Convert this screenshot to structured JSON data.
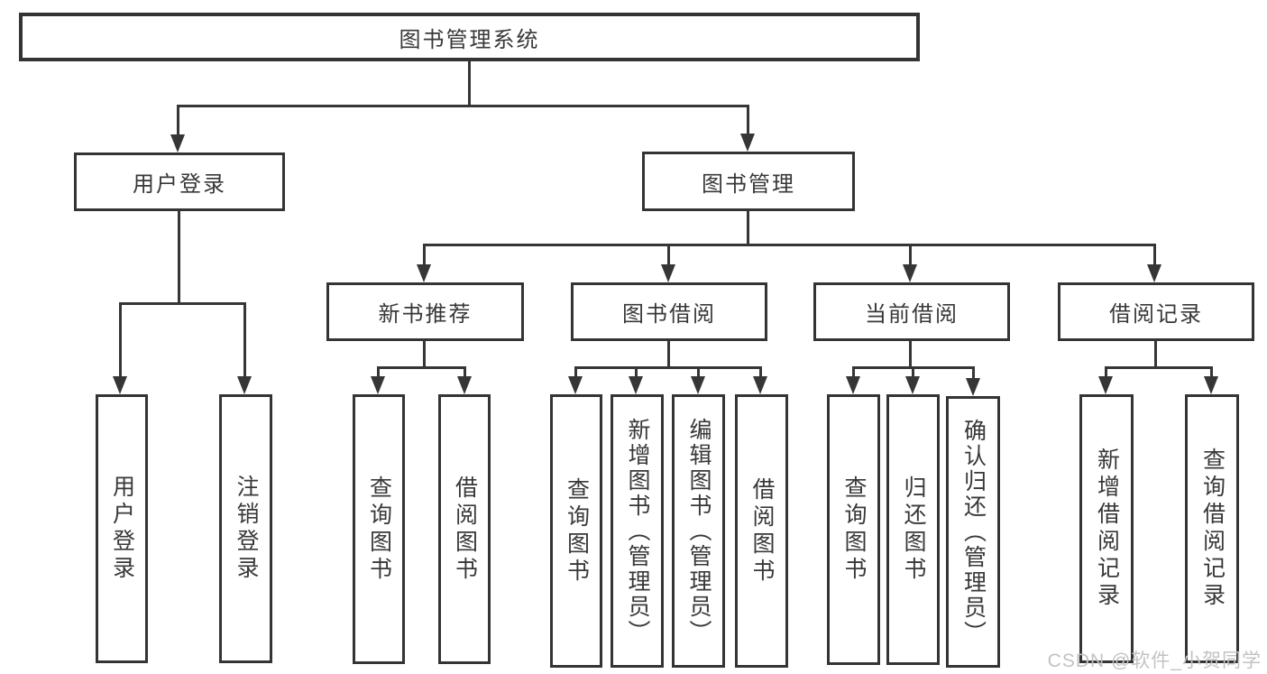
{
  "diagram": {
    "title": "图书管理系统",
    "type": "hierarchy-tree",
    "colors": {
      "line": "#363636",
      "box_border": "#343434",
      "text": "#383838",
      "background": "#ffffff",
      "watermark": "#c4c1c1"
    },
    "nodes": {
      "root": "图书管理系统",
      "user_login": "用户登录",
      "book_mgmt": "图书管理",
      "new_book_rec": "新书推荐",
      "book_borrow": "图书借阅",
      "current_borrow": "当前借阅",
      "borrow_records": "借阅记录",
      "leaf_user_login": "用户登录",
      "leaf_logout": "注销登录",
      "rec_query_book": "查询图书",
      "rec_borrow_book": "借阅图书",
      "bb_query_book": "查询图书",
      "bb_add_book": "新增图书（管理员）",
      "bb_edit_book": "编辑图书（管理员）",
      "bb_borrow_book": "借阅图书",
      "cb_query_book": "查询图书",
      "cb_return_book": "归还图书",
      "cb_confirm_return": "确认归还（管理员）",
      "br_add_record": "新增借阅记录",
      "br_query_record": "查询借阅记录"
    },
    "watermark": "CSDN @软件_小贺同学"
  }
}
